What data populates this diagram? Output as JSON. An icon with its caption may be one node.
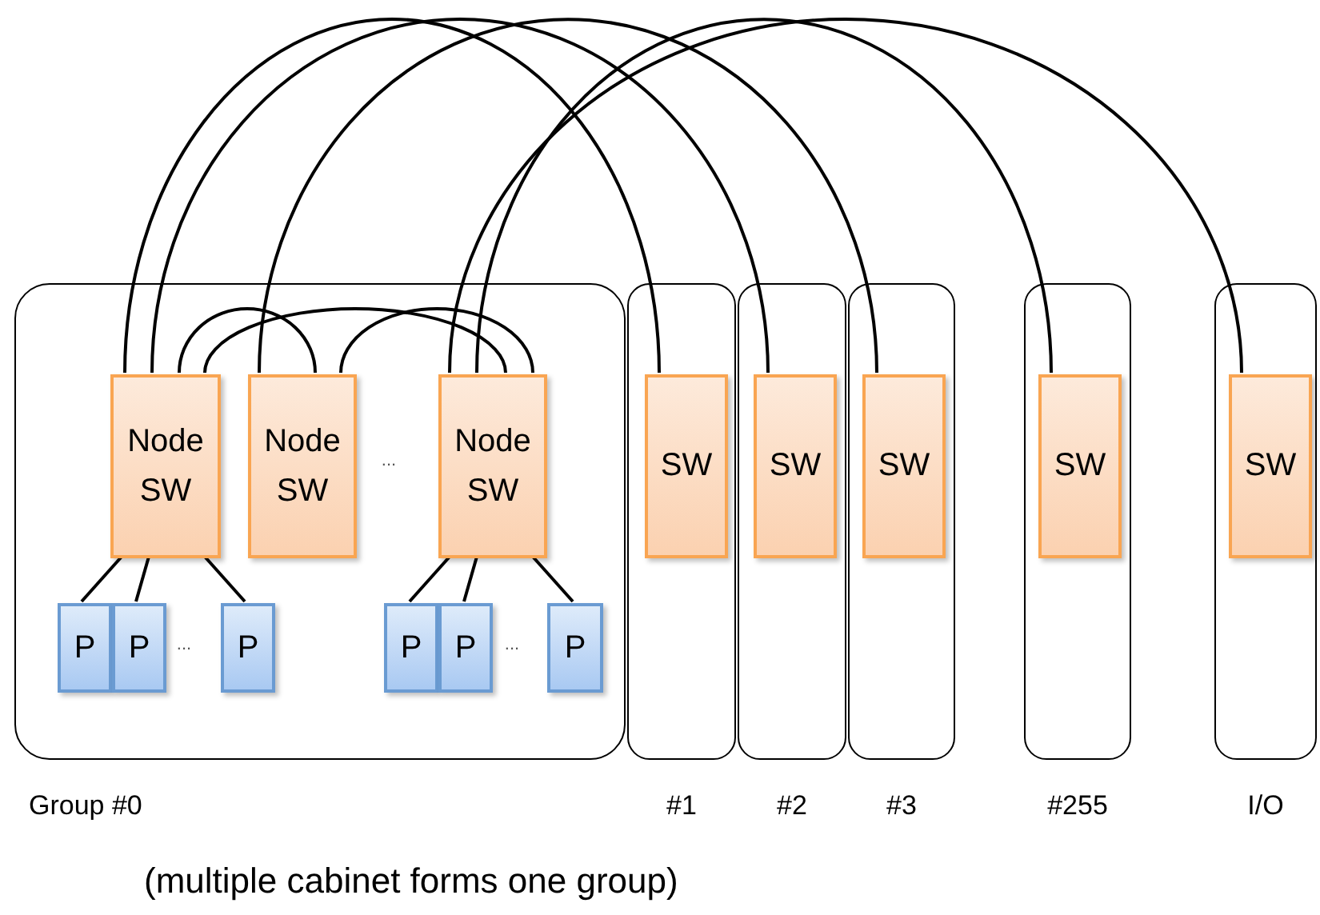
{
  "diagram": {
    "caption": "(multiple cabinet forms one group)",
    "nodes": [
      {
        "text": [
          "Group #0"
        ]
      },
      {
        "text": [
          "Node SW"
        ],
        "in": 0
      },
      {
        "text": [
          "Node SW"
        ],
        "in": 0
      },
      {
        "text": [
          "Node SW"
        ],
        "in": 0
      },
      {
        "text": [
          "P"
        ],
        "in": 0
      },
      {
        "text": [
          "P"
        ],
        "in": 0
      },
      {
        "text": [
          "P"
        ],
        "in": 0
      },
      {
        "text": [
          "P"
        ],
        "in": 0
      },
      {
        "text": [
          "P"
        ],
        "in": 0
      },
      {
        "text": [
          "P"
        ],
        "in": 0
      },
      {
        "text": [
          "#1"
        ]
      },
      {
        "text": [
          "SW"
        ],
        "in": 10
      },
      {
        "text": [
          "#2"
        ]
      },
      {
        "text": [
          "SW"
        ],
        "in": 12
      },
      {
        "text": [
          "#3"
        ]
      },
      {
        "text": [
          "SW"
        ],
        "in": 14
      },
      {
        "text": [
          "#255"
        ]
      },
      {
        "text": [
          "SW"
        ],
        "in": 16
      },
      {
        "text": [
          "I/O"
        ]
      },
      {
        "text": [
          "SW"
        ],
        "in": 18
      }
    ],
    "edges": [
      {
        "from": 1,
        "to": 11,
        "arrow": "none"
      },
      {
        "from": 1,
        "to": 13,
        "arrow": "none"
      },
      {
        "from": 2,
        "to": 15,
        "arrow": "none"
      },
      {
        "from": 3,
        "to": 19,
        "arrow": "none"
      },
      {
        "from": 3,
        "to": 17,
        "arrow": "none"
      },
      {
        "from": 1,
        "to": 2,
        "arrow": "none"
      },
      {
        "from": 1,
        "to": 3,
        "arrow": "none"
      },
      {
        "from": 2,
        "to": 3,
        "arrow": "none"
      },
      {
        "from": 1,
        "to": 4,
        "arrow": "none"
      },
      {
        "from": 1,
        "to": 5,
        "arrow": "none"
      },
      {
        "from": 1,
        "to": 6,
        "arrow": "none"
      },
      {
        "from": 3,
        "to": 7,
        "arrow": "none"
      },
      {
        "from": 3,
        "to": 8,
        "arrow": "none"
      },
      {
        "from": 3,
        "to": 9,
        "arrow": "none"
      }
    ],
    "labels": [
      "...",
      "...",
      "..."
    ]
  }
}
